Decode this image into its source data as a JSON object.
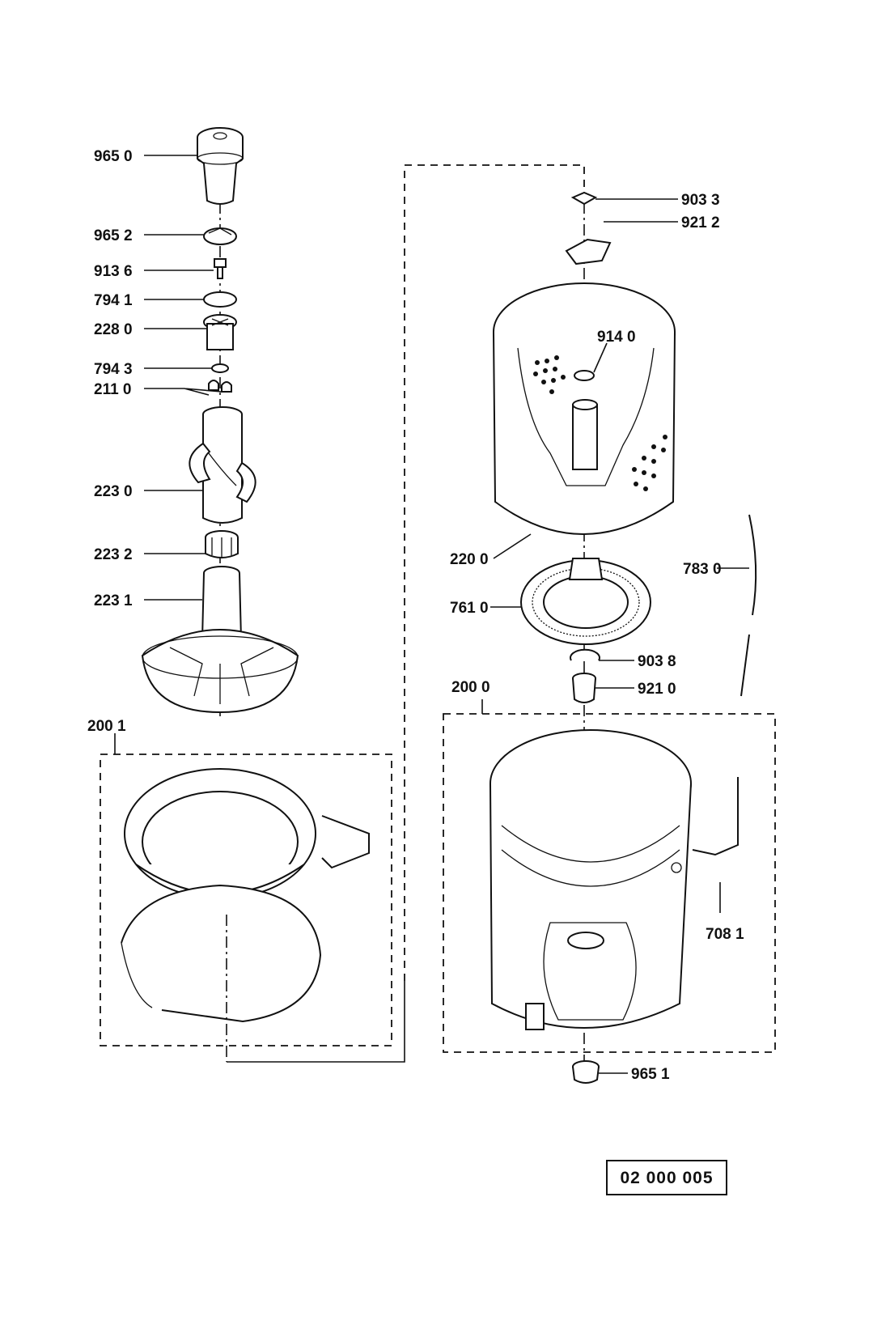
{
  "labels": {
    "l9650": "965 0",
    "l9652": "965 2",
    "l9136": "913 6",
    "l7941": "794 1",
    "l2280": "228 0",
    "l7943": "794 3",
    "l2110": "211 0",
    "l2230": "223 0",
    "l2232": "223 2",
    "l2231": "223 1",
    "l2001": "200 1",
    "l9033": "903 3",
    "l9212": "921 2",
    "l9140": "914 0",
    "l2200": "220 0",
    "l7830": "783 0",
    "l7610": "761 0",
    "l9038": "903 8",
    "l2000": "200 0",
    "l9210": "921 0",
    "l7081": "708 1",
    "l9651": "965 1"
  },
  "drawing_code": "02 000 005"
}
